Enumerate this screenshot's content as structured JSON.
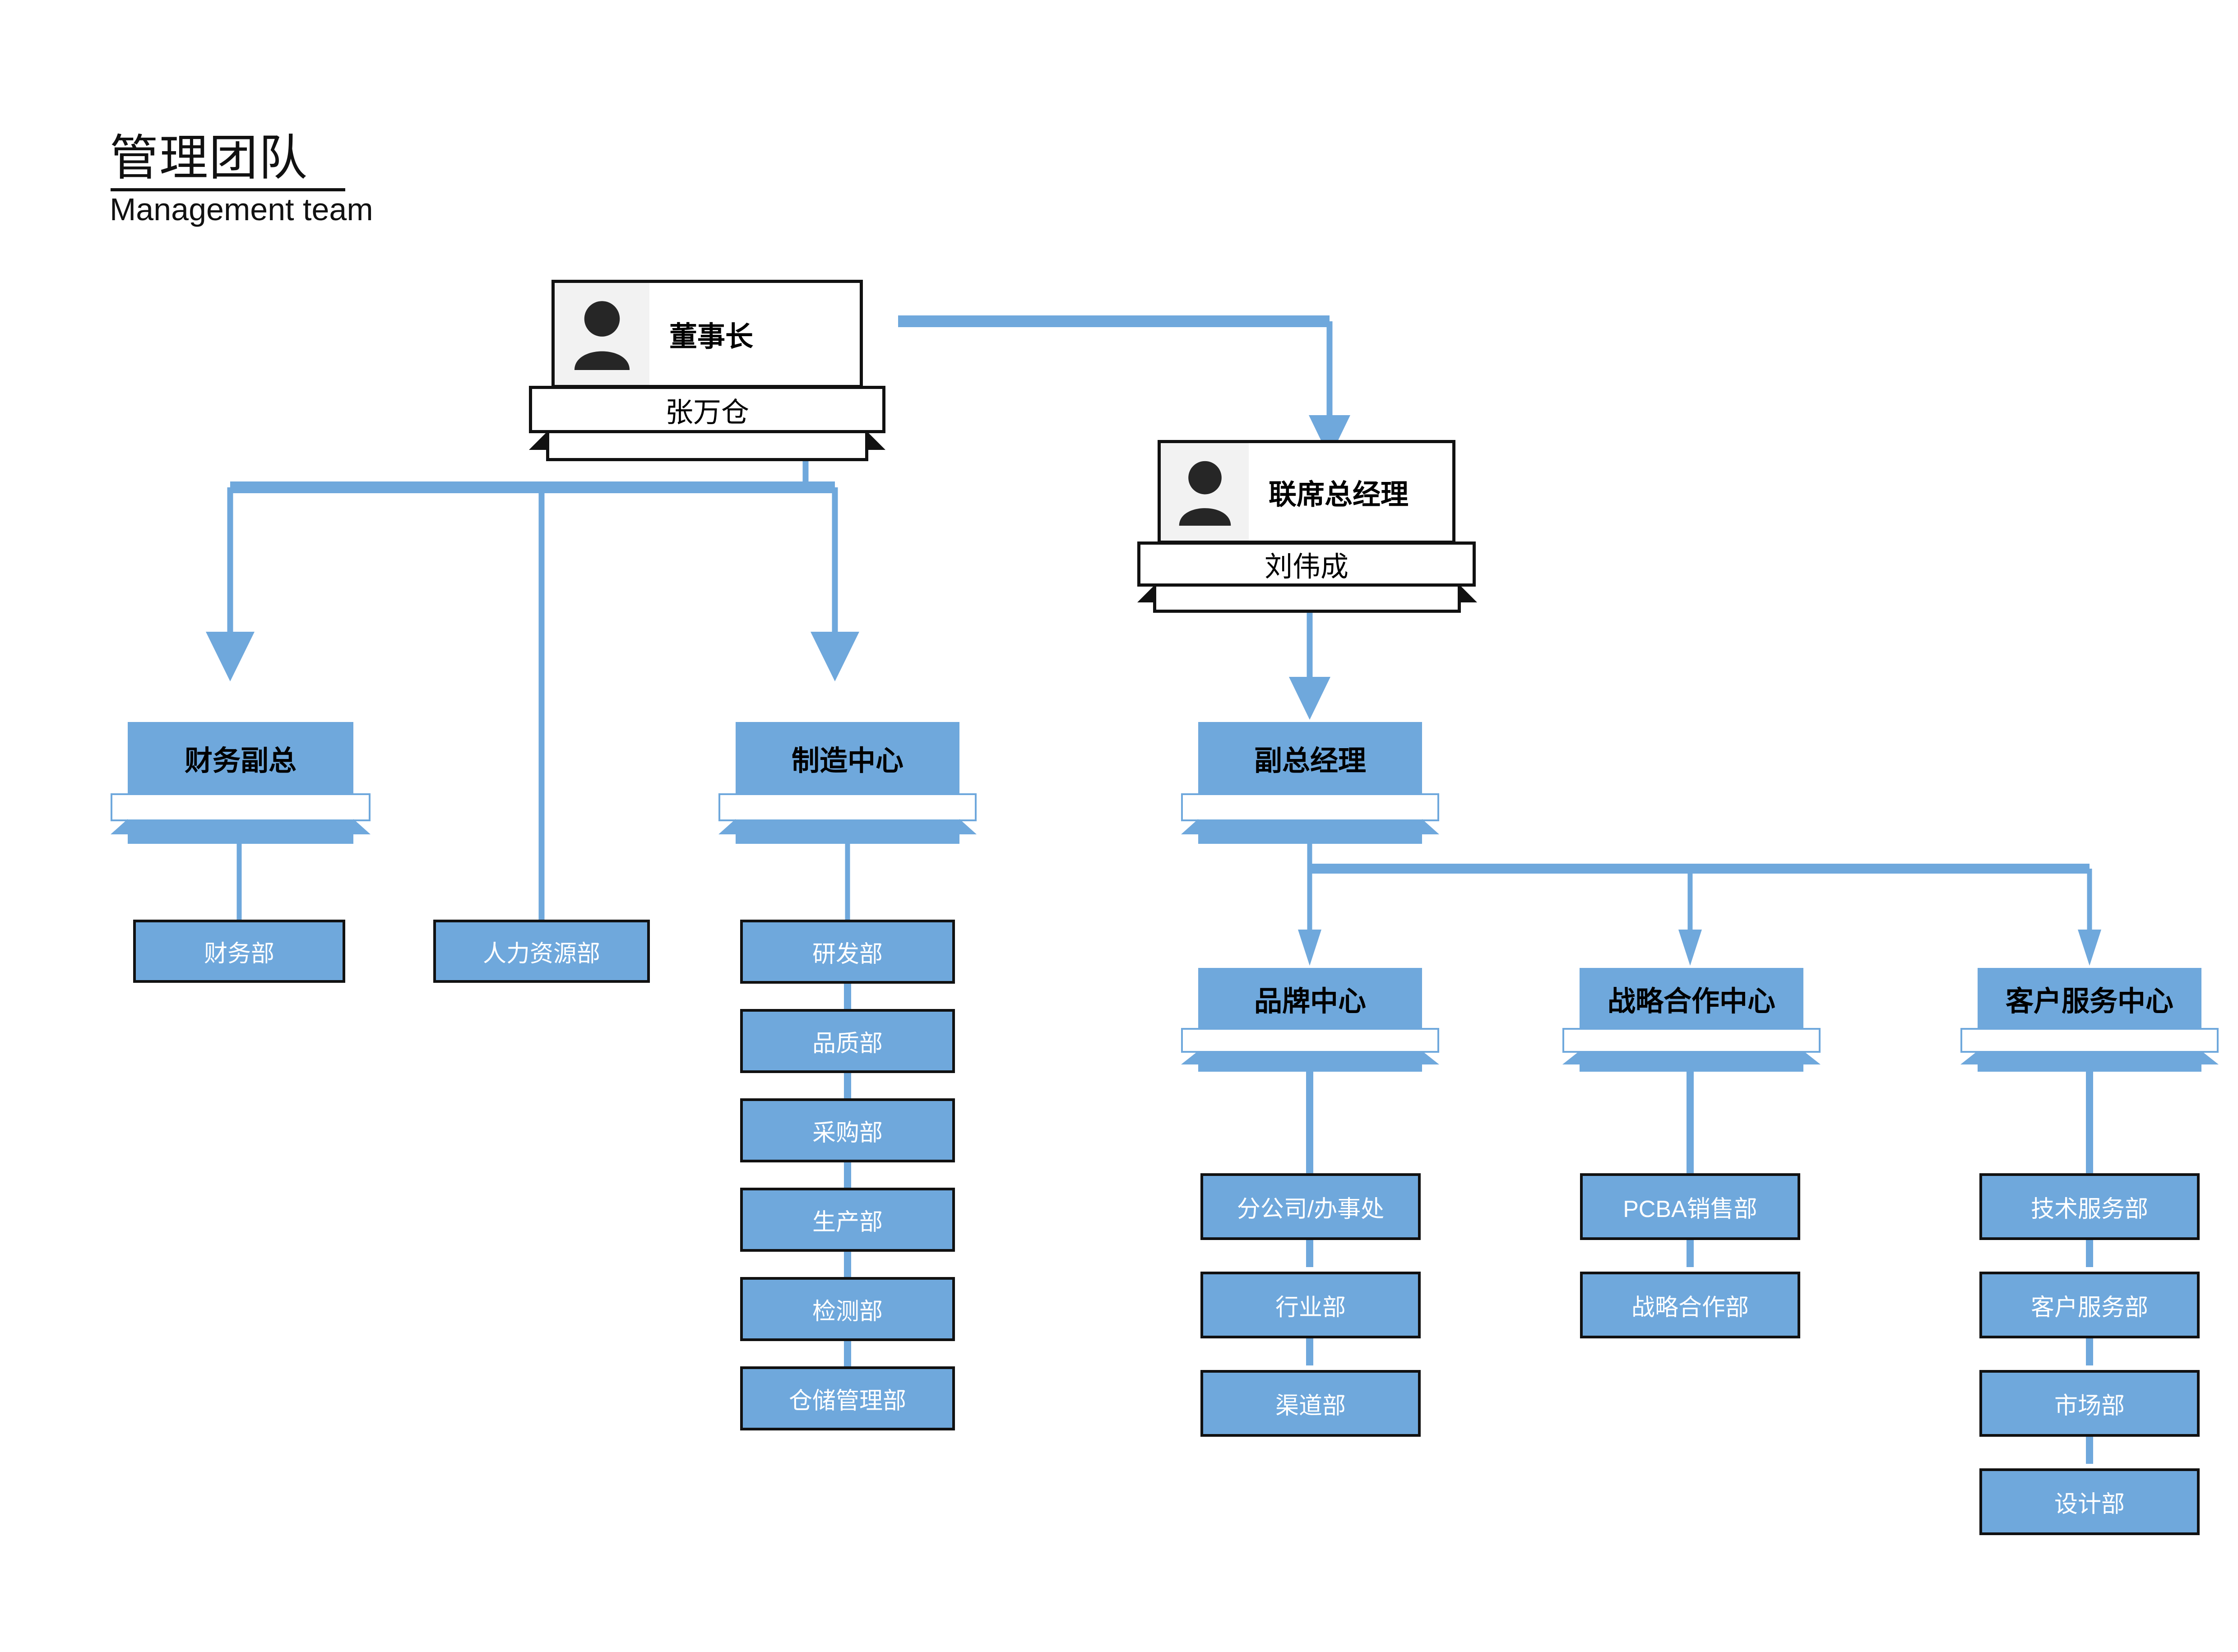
{
  "page": {
    "title_zh": "管理团队",
    "title_en": "Management team",
    "accent_blue": "#6FA8DC",
    "border_black": "#111111",
    "card_bg": "#FFFFFF",
    "photo_bg": "#F2F2F2"
  },
  "chairman": {
    "role": "董事长",
    "name": "张万仓",
    "icon": "person-avatar-icon"
  },
  "co_gm": {
    "role": "联席总经理",
    "name": "刘伟成",
    "icon": "person-avatar-icon"
  },
  "centers": {
    "finance_vp": "财务副总",
    "manufacturing": "制造中心",
    "deputy_gm": "副总经理",
    "brand": "品牌中心",
    "strategic": "战略合作中心",
    "customer_service": "客户服务中心"
  },
  "departments": {
    "finance": [
      "财务部"
    ],
    "hr": [
      "人力资源部"
    ],
    "manufacturing": [
      "研发部",
      "品质部",
      "采购部",
      "生产部",
      "检测部",
      "仓储管理部"
    ],
    "brand": [
      "分公司/办事处",
      "行业部",
      "渠道部"
    ],
    "strategic": [
      "PCBA销售部",
      "战略合作部"
    ],
    "customer_service": [
      "技术服务部",
      "客户服务部",
      "市场部",
      "设计部"
    ]
  }
}
